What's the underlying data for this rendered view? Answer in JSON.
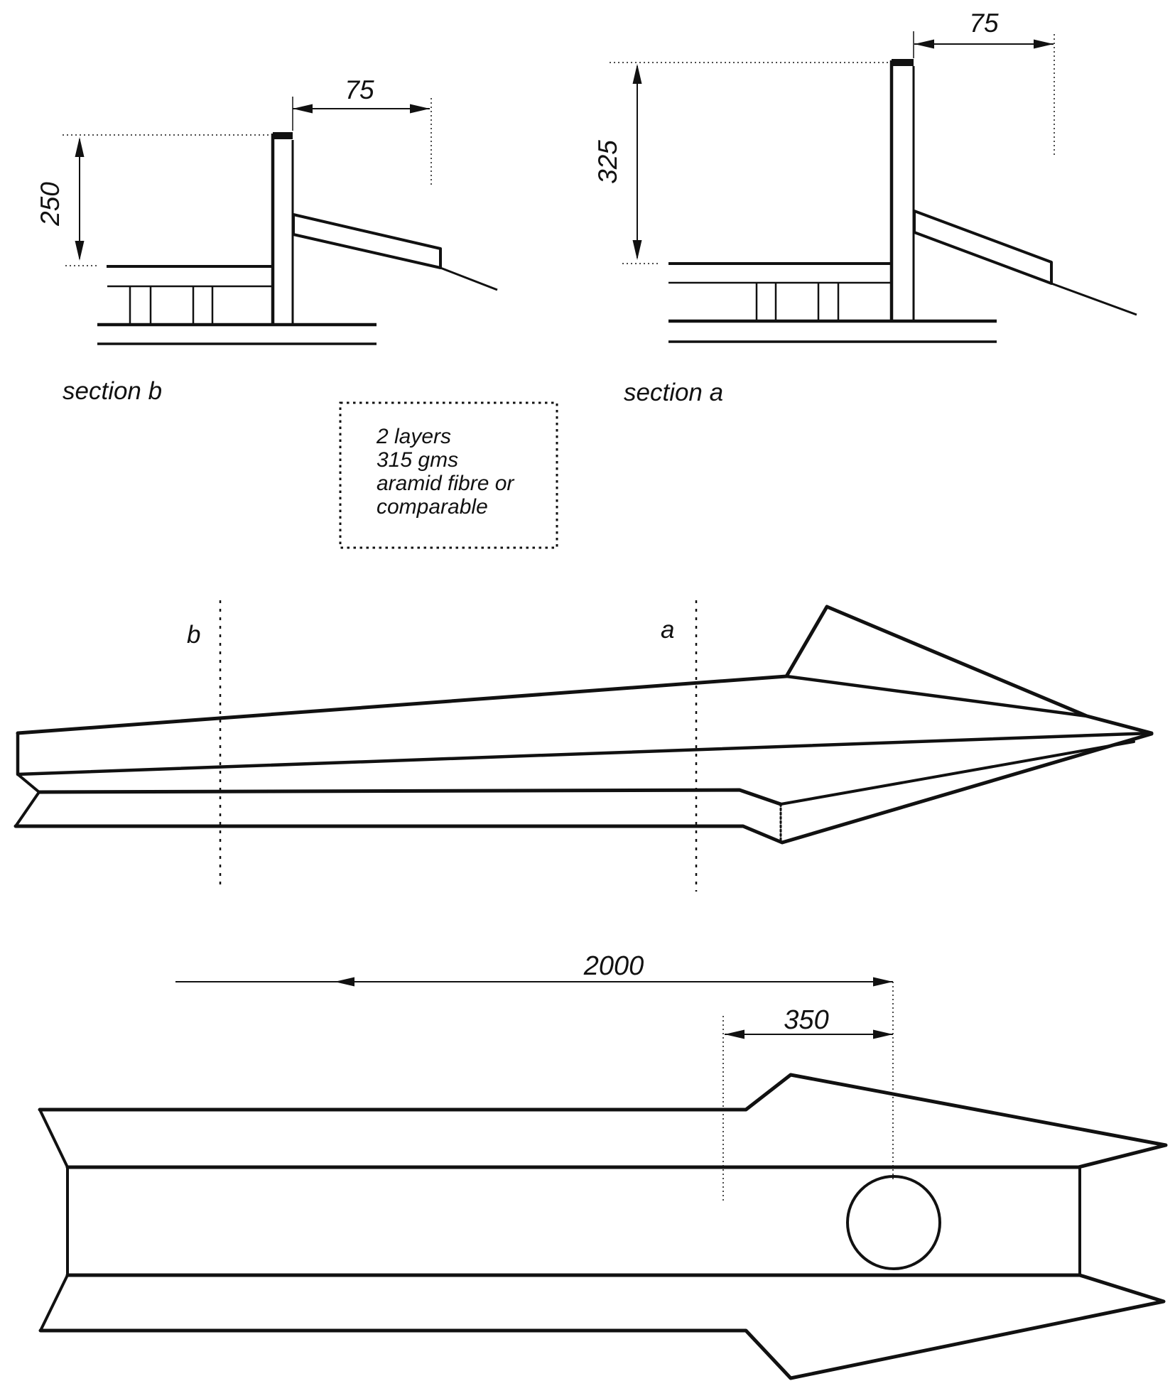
{
  "drawing": {
    "background": "#ffffff",
    "line_color": "#111111"
  },
  "section_b": {
    "label": "section b",
    "height_dim": "250",
    "width_dim": "75"
  },
  "section_a": {
    "label": "section a",
    "height_dim": "325",
    "width_dim": "75"
  },
  "note_box": {
    "line1": "2 layers",
    "line2": "315 gms",
    "line3": "aramid fibre or",
    "line4": "comparable"
  },
  "side_view": {
    "marker_b": "b",
    "marker_a": "a"
  },
  "plan_view": {
    "length_dim": "2000",
    "hole_offset_dim": "350"
  }
}
